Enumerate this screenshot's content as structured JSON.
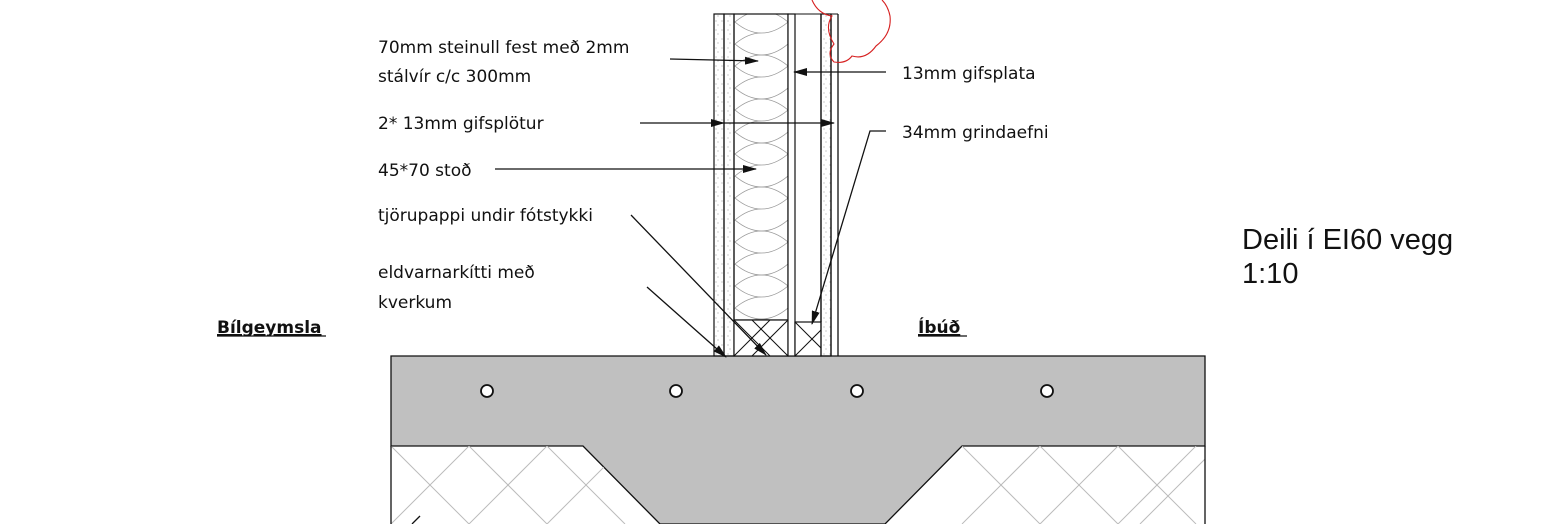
{
  "title": {
    "line1": "Deili í EI60 vegg",
    "line2": "1:10"
  },
  "rooms": {
    "left": "Bílgeymsla",
    "right": "Íbúð"
  },
  "labels": {
    "insulation_line1": "70mm steinull fest með 2mm",
    "insulation_line2": "stálvír c/c 300mm",
    "double_gypsum": "2* 13mm gifsplötur",
    "stud": "45*70 stoð",
    "tar_paper": "tjörupappi undir fótstykki",
    "sealant_line1": "eldvarnarkítti með",
    "sealant_line2": "kverkum",
    "single_gypsum": "13mm gifsplata",
    "battens": "34mm grindaefni"
  },
  "colors": {
    "concrete": "#c0c0c0",
    "lines": "#111111",
    "revision_cloud": "#d62020"
  }
}
